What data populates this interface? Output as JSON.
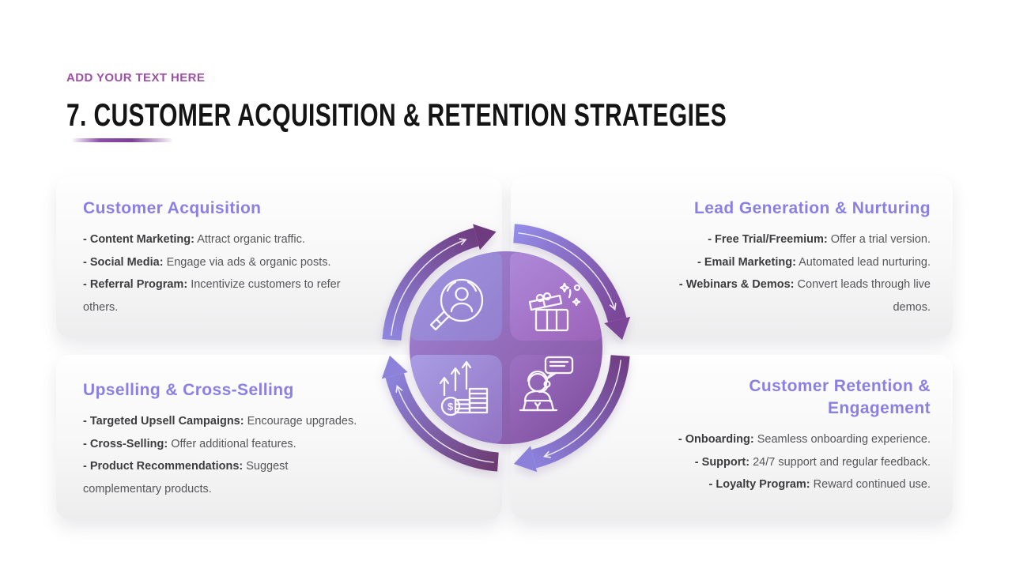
{
  "slide": {
    "kicker": "ADD YOUR TEXT HERE",
    "title": "7. CUSTOMER ACQUISITION & RETENTION STRATEGIES",
    "accent_purple": "#9C50A6",
    "heading_purple": "#8A80E4",
    "title_color": "#141414"
  },
  "cards": [
    {
      "title": "Customer Acquisition",
      "bullets": [
        {
          "label": "- Content Marketing:",
          "text": "Attract organic traffic."
        },
        {
          "label": "- Social Media:",
          "text": "Engage via ads & organic posts."
        },
        {
          "label": "- Referral Program:",
          "text": "Incentivize customers to refer\nothers."
        }
      ]
    },
    {
      "title": "Lead Generation & Nurturing",
      "bullets": [
        {
          "label": "- Free Trial/Freemium:",
          "text": "Offer a trial version."
        },
        {
          "label": "- Email Marketing:",
          "text": "Automated lead nurturing."
        },
        {
          "label": "- Webinars & Demos:",
          "text": "Convert leads through live\ndemos."
        }
      ]
    },
    {
      "title": "Upselling & Cross-Selling",
      "bullets": [
        {
          "label": "- Targeted Upsell Campaigns:",
          "text": "Encourage upgrades."
        },
        {
          "label": "- Cross-Selling:",
          "text": "Offer additional features."
        },
        {
          "label": "- Product Recommendations:",
          "text": "Suggest\ncomplementary products."
        }
      ]
    },
    {
      "title": "Customer Retention &\nEngagement",
      "bullets": [
        {
          "label": "- Onboarding:",
          "text": "Seamless onboarding experience."
        },
        {
          "label": "- Support:",
          "text": "24/7 support and regular feedback."
        },
        {
          "label": "- Loyalty Program:",
          "text": "Reward continued use."
        }
      ]
    }
  ],
  "diagram": {
    "underlay_from": "#A186D6",
    "underlay_to": "#84519E",
    "quadrants": [
      {
        "name": "customer-acquisition",
        "icon": "customer-search-icon",
        "from": "#9E93E0",
        "to": "#9480CE"
      },
      {
        "name": "lead-generation",
        "icon": "gift-icon",
        "from": "#AC85D6",
        "to": "#9A60B6"
      },
      {
        "name": "upselling",
        "icon": "revenue-growth-icon",
        "from": "#A89BE3",
        "to": "#9376C5"
      },
      {
        "name": "customer-retention",
        "icon": "customer-support-icon",
        "from": "#9B6FC0",
        "to": "#7D4A9B"
      }
    ],
    "arcs": [
      {
        "name": "cycle-arrow-top-left",
        "from": "#8F85DD",
        "to": "#6E3B7F"
      },
      {
        "name": "cycle-arrow-top-right",
        "from": "#938BE6",
        "to": "#7B4697"
      },
      {
        "name": "cycle-arrow-bottom-right",
        "from": "#703D82",
        "to": "#8B80DA"
      },
      {
        "name": "cycle-arrow-bottom-left",
        "from": "#6D3B72",
        "to": "#8D82DA"
      }
    ]
  }
}
